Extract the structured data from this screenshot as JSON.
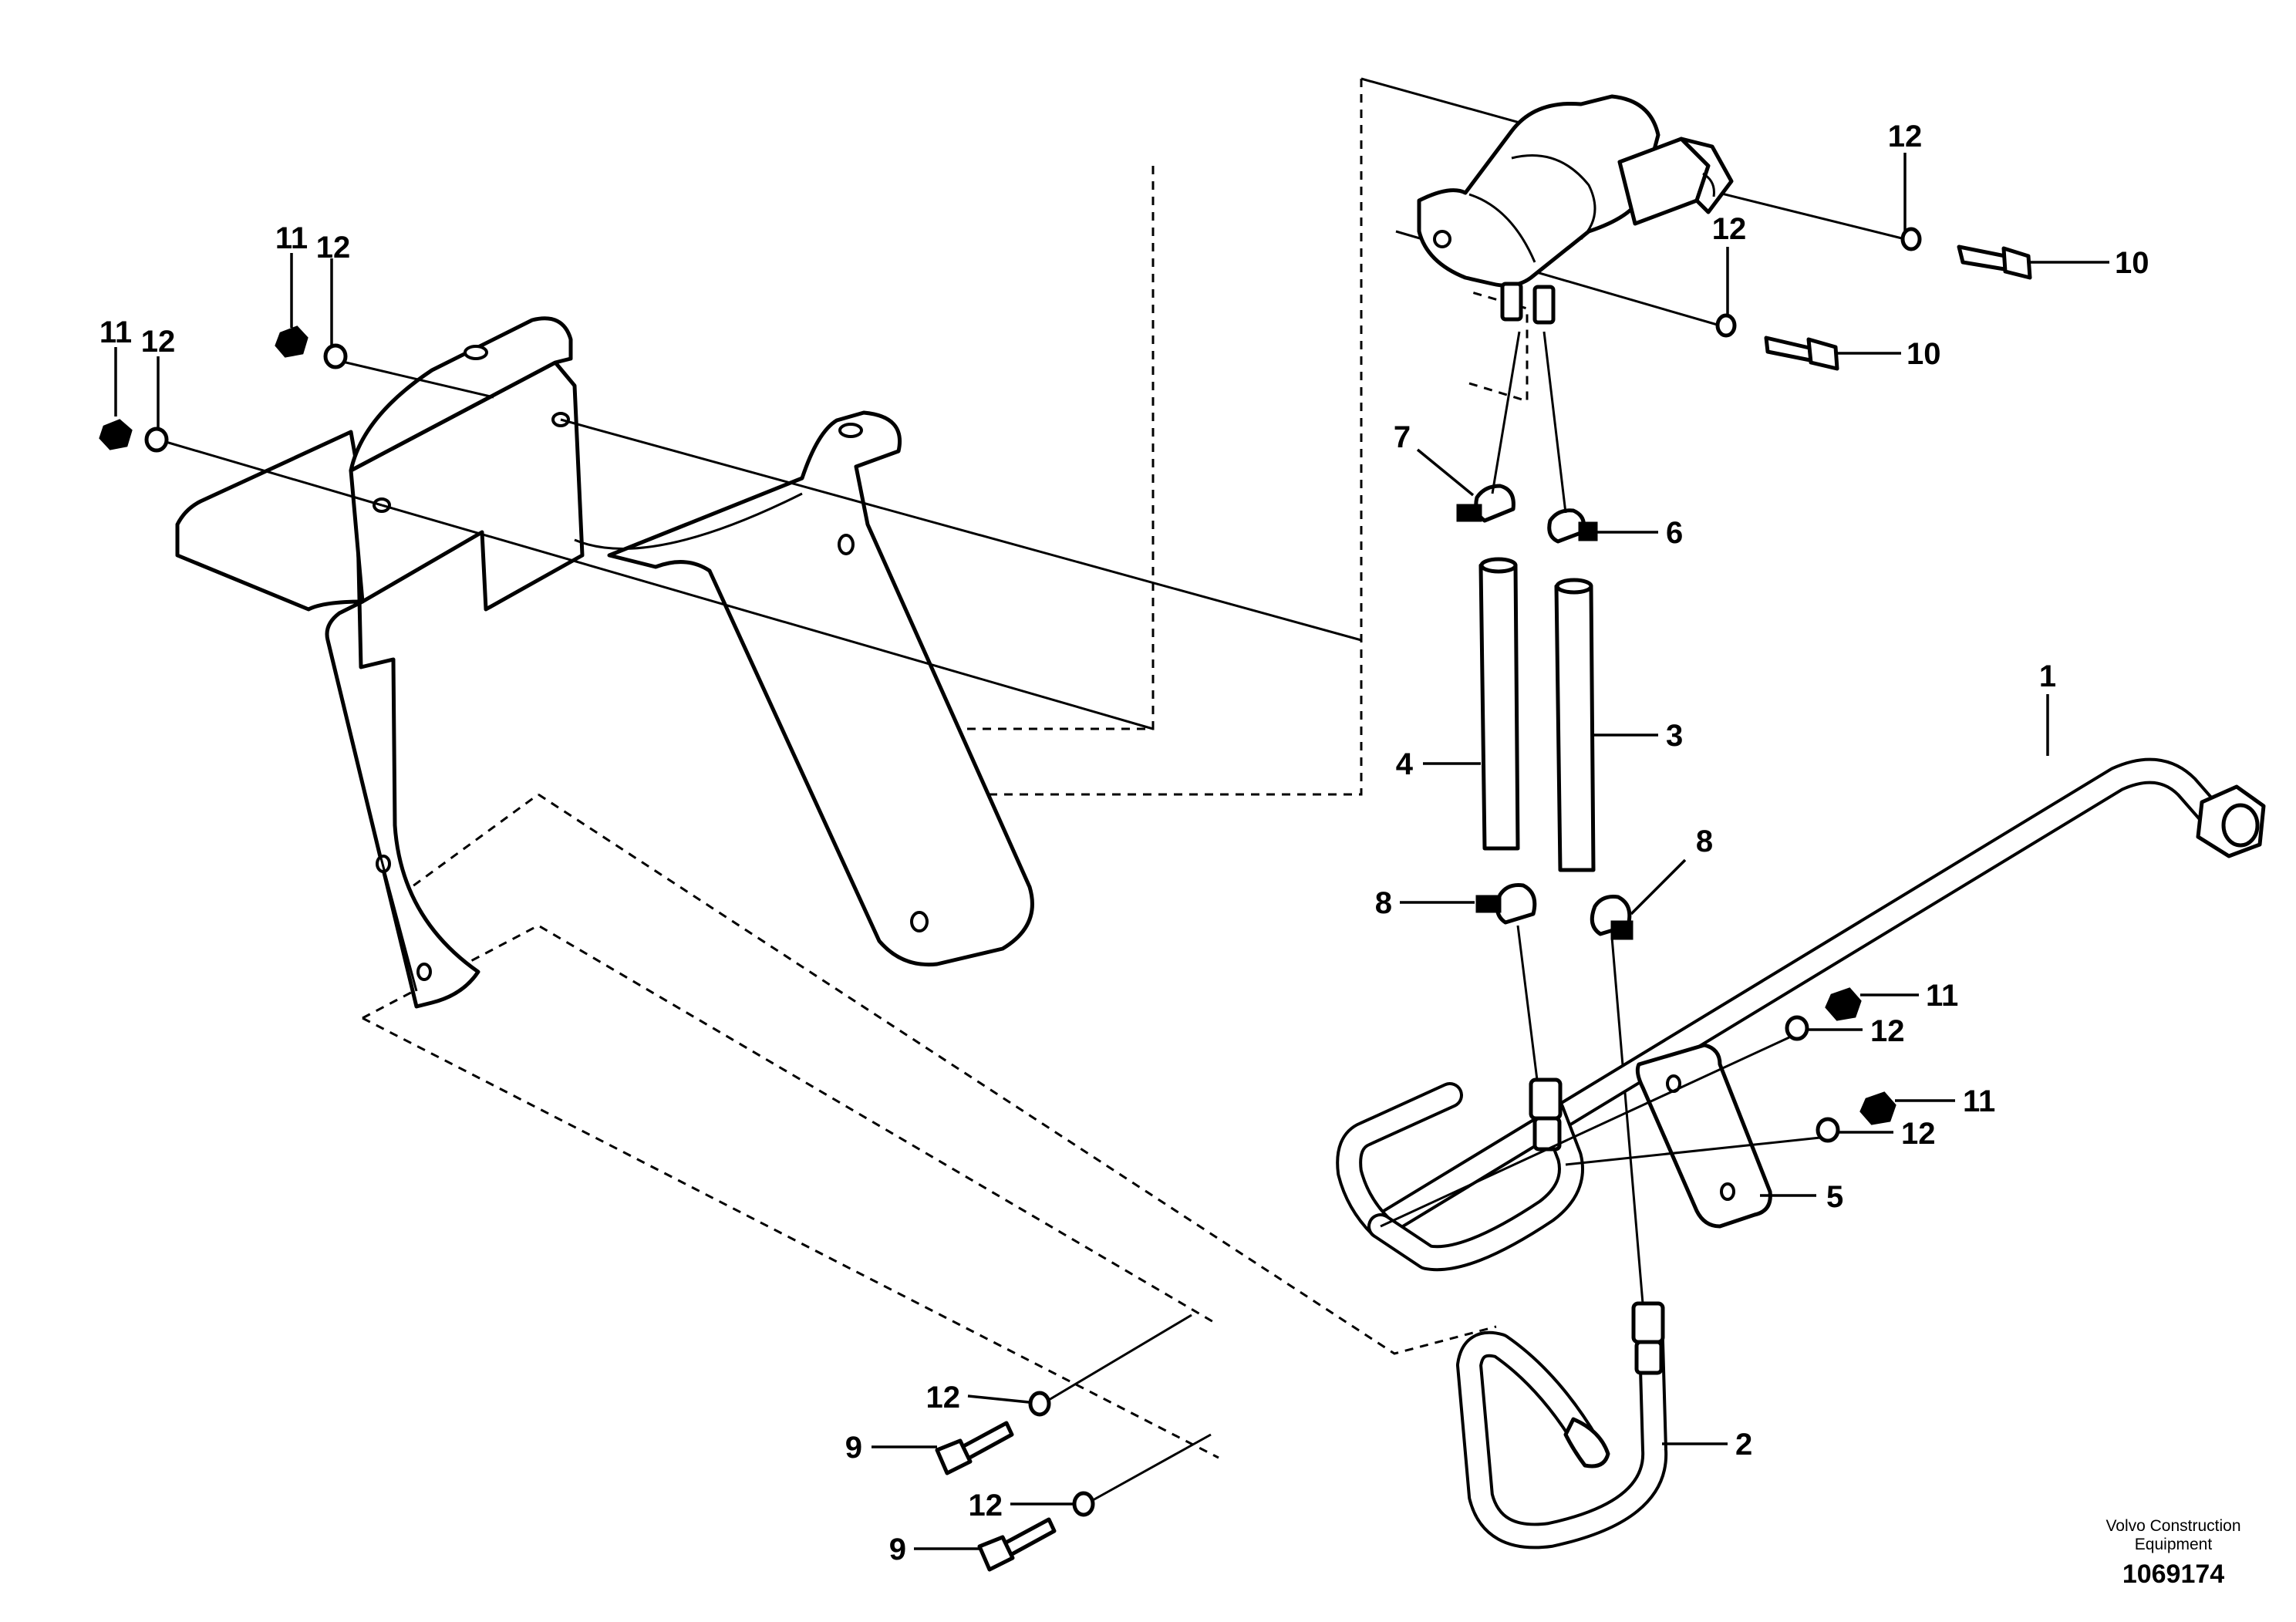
{
  "callouts": {
    "c1": "1",
    "c2": "2",
    "c3": "3",
    "c4": "4",
    "c5": "5",
    "c6": "6",
    "c7": "7",
    "c8a": "8",
    "c8b": "8",
    "c9a": "9",
    "c9b": "9",
    "c10a": "10",
    "c10b": "10",
    "c11a": "11",
    "c11b": "11",
    "c11c": "11",
    "c11d": "11",
    "c12a": "12",
    "c12b": "12",
    "c12c": "12",
    "c12d": "12",
    "c12e": "12",
    "c12f": "12",
    "c12g": "12",
    "c12h": "12"
  },
  "footer": {
    "brand_line1": "Volvo Construction",
    "brand_line2": "Equipment",
    "doc_number": "1069174"
  }
}
